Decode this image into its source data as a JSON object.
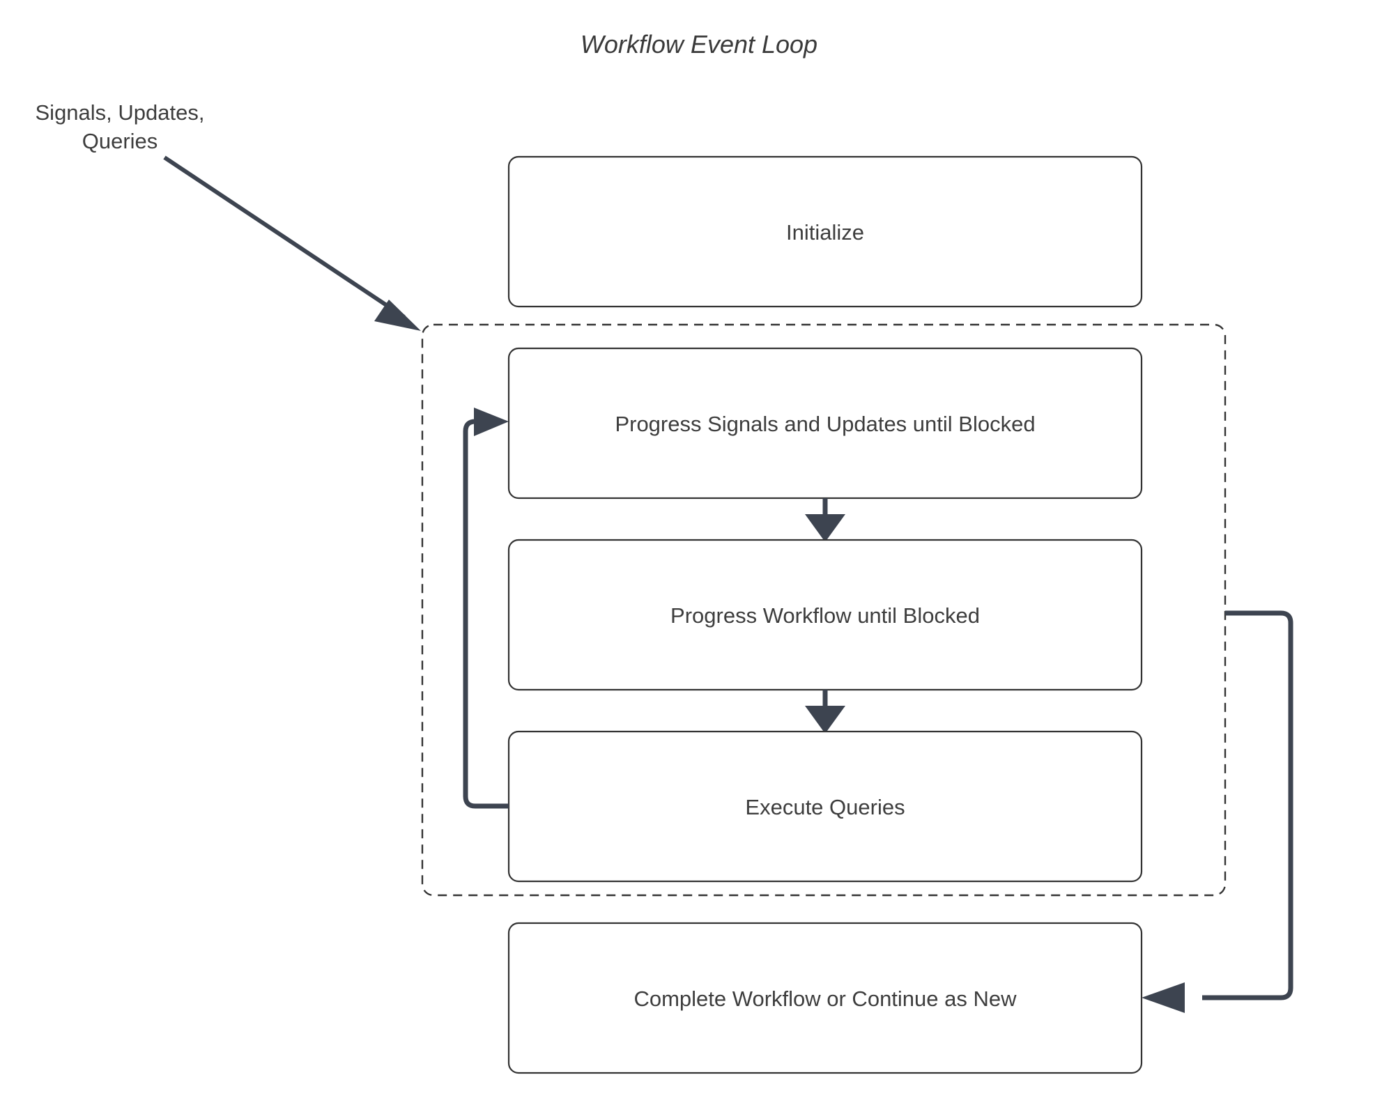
{
  "diagram": {
    "title": "Workflow Event Loop",
    "background_color": "#ffffff",
    "node_border_color": "#333333",
    "edge_color": "#3d4450",
    "text_color": "#3d3d3d",
    "external_label": {
      "line1": "Signals, Updates,",
      "line2": "Queries"
    },
    "nodes": [
      {
        "id": "initialize",
        "label": "Initialize"
      },
      {
        "id": "progress-signals",
        "label": "Progress Signals and Updates until Blocked"
      },
      {
        "id": "progress-workflow",
        "label": "Progress Workflow until Blocked"
      },
      {
        "id": "execute-queries",
        "label": "Execute Queries"
      },
      {
        "id": "complete-workflow",
        "label": "Complete Workflow or Continue as New"
      }
    ],
    "group": {
      "id": "event-loop-group",
      "style": "dashed"
    },
    "edges": [
      {
        "from": "external-signals",
        "to": "event-loop-group",
        "style": "solid-arrow"
      },
      {
        "from": "progress-signals",
        "to": "progress-workflow",
        "style": "solid-arrow"
      },
      {
        "from": "progress-workflow",
        "to": "execute-queries",
        "style": "solid-arrow"
      },
      {
        "from": "execute-queries",
        "to": "progress-signals",
        "style": "loop-back-left"
      },
      {
        "from": "event-loop-group",
        "to": "complete-workflow",
        "style": "loop-right"
      }
    ]
  }
}
